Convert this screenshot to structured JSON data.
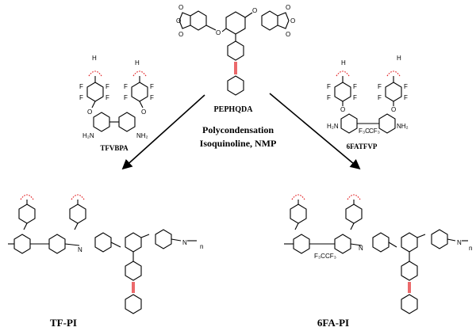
{
  "monomers": {
    "dianhydride": "PEPHQDA",
    "diamine_left": "TFVBPA",
    "diamine_right": "6FATFVP"
  },
  "conditions": {
    "line1": "Polycondensation",
    "line2": "Isoquinoline, NMP"
  },
  "products": {
    "left": "TF-PI",
    "right": "6FA-PI"
  },
  "atoms": {
    "oxygen": "O",
    "fluorine": "F",
    "nitrogen": "N",
    "hydrogen": "H",
    "carbon": "C",
    "amine": "NH₂",
    "amine_h": "H₂N",
    "cf3": "CF₃",
    "f3c": "F₃C",
    "repeat": "n"
  },
  "colors": {
    "bond": "#000000",
    "alkyne_highlight": "#e0181b"
  }
}
